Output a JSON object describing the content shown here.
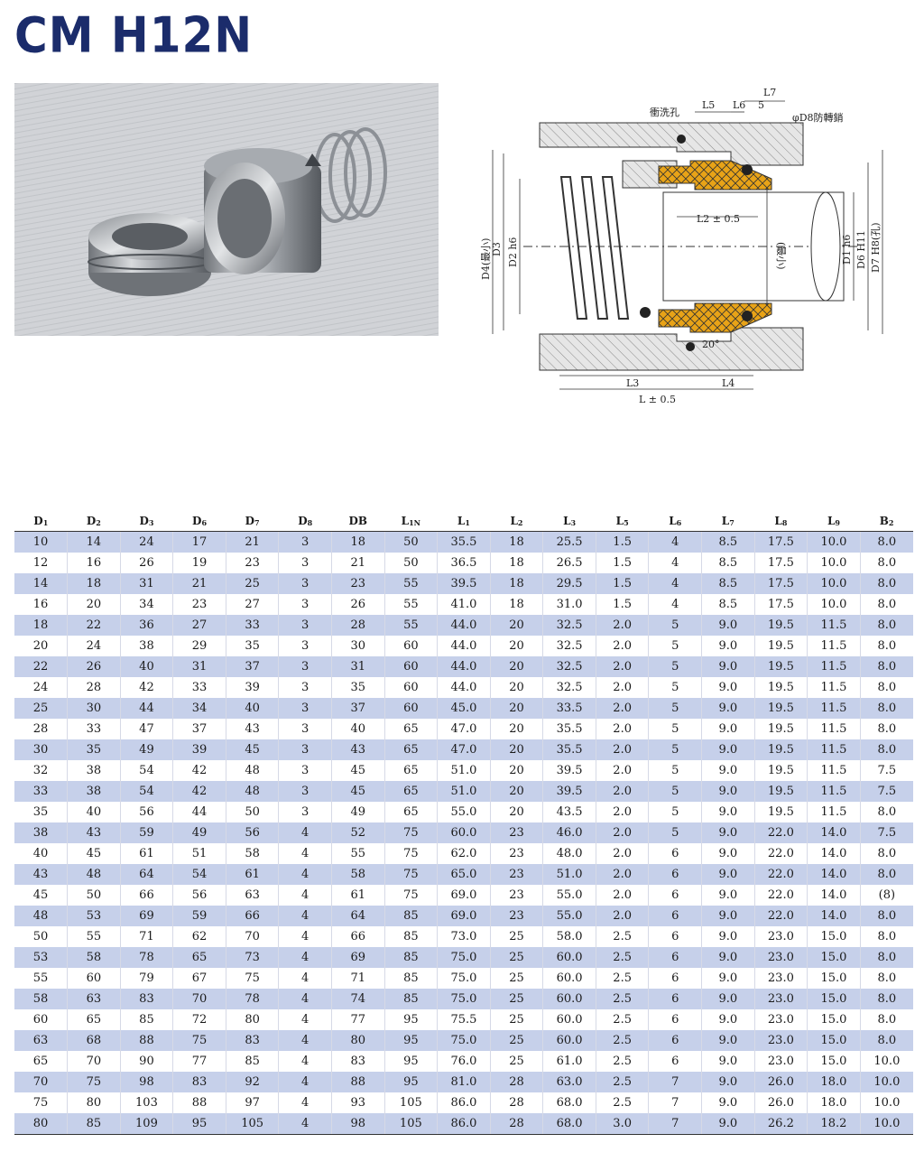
{
  "title": "CM H12N",
  "diagram_labels": {
    "flush_hole": "衝洗孔",
    "anti_rotation_pin": "φD8防轉銷",
    "l5": "L5",
    "l6": "L6",
    "l7": "L7",
    "five": "5",
    "l2": "L2 ± 0.5",
    "d4": "D4(最小)",
    "d3": "D3",
    "d2": "D2 h6",
    "min": "(最小)",
    "d1": "D1 h6",
    "d6": "D6 H11",
    "d7": "D7 H8(孔)",
    "l3": "L3",
    "l4": "L4",
    "l": "L ± 0.5",
    "angle": "20°"
  },
  "table": {
    "headers": [
      {
        "base": "D",
        "sub": "1"
      },
      {
        "base": "D",
        "sub": "2"
      },
      {
        "base": "D",
        "sub": "3"
      },
      {
        "base": "D",
        "sub": "6"
      },
      {
        "base": "D",
        "sub": "7"
      },
      {
        "base": "D",
        "sub": "8"
      },
      {
        "base": "DB",
        "sub": ""
      },
      {
        "base": "L",
        "sub": "1N"
      },
      {
        "base": "L",
        "sub": "1"
      },
      {
        "base": "L",
        "sub": "2"
      },
      {
        "base": "L",
        "sub": "3"
      },
      {
        "base": "L",
        "sub": "5"
      },
      {
        "base": "L",
        "sub": "6"
      },
      {
        "base": "L",
        "sub": "7"
      },
      {
        "base": "L",
        "sub": "8"
      },
      {
        "base": "L",
        "sub": "9"
      },
      {
        "base": "B",
        "sub": "2"
      }
    ],
    "rows": [
      [
        "10",
        "14",
        "24",
        "17",
        "21",
        "3",
        "18",
        "50",
        "35.5",
        "18",
        "25.5",
        "1.5",
        "4",
        "8.5",
        "17.5",
        "10.0",
        "8.0"
      ],
      [
        "12",
        "16",
        "26",
        "19",
        "23",
        "3",
        "21",
        "50",
        "36.5",
        "18",
        "26.5",
        "1.5",
        "4",
        "8.5",
        "17.5",
        "10.0",
        "8.0"
      ],
      [
        "14",
        "18",
        "31",
        "21",
        "25",
        "3",
        "23",
        "55",
        "39.5",
        "18",
        "29.5",
        "1.5",
        "4",
        "8.5",
        "17.5",
        "10.0",
        "8.0"
      ],
      [
        "16",
        "20",
        "34",
        "23",
        "27",
        "3",
        "26",
        "55",
        "41.0",
        "18",
        "31.0",
        "1.5",
        "4",
        "8.5",
        "17.5",
        "10.0",
        "8.0"
      ],
      [
        "18",
        "22",
        "36",
        "27",
        "33",
        "3",
        "28",
        "55",
        "44.0",
        "20",
        "32.5",
        "2.0",
        "5",
        "9.0",
        "19.5",
        "11.5",
        "8.0"
      ],
      [
        "20",
        "24",
        "38",
        "29",
        "35",
        "3",
        "30",
        "60",
        "44.0",
        "20",
        "32.5",
        "2.0",
        "5",
        "9.0",
        "19.5",
        "11.5",
        "8.0"
      ],
      [
        "22",
        "26",
        "40",
        "31",
        "37",
        "3",
        "31",
        "60",
        "44.0",
        "20",
        "32.5",
        "2.0",
        "5",
        "9.0",
        "19.5",
        "11.5",
        "8.0"
      ],
      [
        "24",
        "28",
        "42",
        "33",
        "39",
        "3",
        "35",
        "60",
        "44.0",
        "20",
        "32.5",
        "2.0",
        "5",
        "9.0",
        "19.5",
        "11.5",
        "8.0"
      ],
      [
        "25",
        "30",
        "44",
        "34",
        "40",
        "3",
        "37",
        "60",
        "45.0",
        "20",
        "33.5",
        "2.0",
        "5",
        "9.0",
        "19.5",
        "11.5",
        "8.0"
      ],
      [
        "28",
        "33",
        "47",
        "37",
        "43",
        "3",
        "40",
        "65",
        "47.0",
        "20",
        "35.5",
        "2.0",
        "5",
        "9.0",
        "19.5",
        "11.5",
        "8.0"
      ],
      [
        "30",
        "35",
        "49",
        "39",
        "45",
        "3",
        "43",
        "65",
        "47.0",
        "20",
        "35.5",
        "2.0",
        "5",
        "9.0",
        "19.5",
        "11.5",
        "8.0"
      ],
      [
        "32",
        "38",
        "54",
        "42",
        "48",
        "3",
        "45",
        "65",
        "51.0",
        "20",
        "39.5",
        "2.0",
        "5",
        "9.0",
        "19.5",
        "11.5",
        "7.5"
      ],
      [
        "33",
        "38",
        "54",
        "42",
        "48",
        "3",
        "45",
        "65",
        "51.0",
        "20",
        "39.5",
        "2.0",
        "5",
        "9.0",
        "19.5",
        "11.5",
        "7.5"
      ],
      [
        "35",
        "40",
        "56",
        "44",
        "50",
        "3",
        "49",
        "65",
        "55.0",
        "20",
        "43.5",
        "2.0",
        "5",
        "9.0",
        "19.5",
        "11.5",
        "8.0"
      ],
      [
        "38",
        "43",
        "59",
        "49",
        "56",
        "4",
        "52",
        "75",
        "60.0",
        "23",
        "46.0",
        "2.0",
        "5",
        "9.0",
        "22.0",
        "14.0",
        "7.5"
      ],
      [
        "40",
        "45",
        "61",
        "51",
        "58",
        "4",
        "55",
        "75",
        "62.0",
        "23",
        "48.0",
        "2.0",
        "6",
        "9.0",
        "22.0",
        "14.0",
        "8.0"
      ],
      [
        "43",
        "48",
        "64",
        "54",
        "61",
        "4",
        "58",
        "75",
        "65.0",
        "23",
        "51.0",
        "2.0",
        "6",
        "9.0",
        "22.0",
        "14.0",
        "8.0"
      ],
      [
        "45",
        "50",
        "66",
        "56",
        "63",
        "4",
        "61",
        "75",
        "69.0",
        "23",
        "55.0",
        "2.0",
        "6",
        "9.0",
        "22.0",
        "14.0",
        "(8)"
      ],
      [
        "48",
        "53",
        "69",
        "59",
        "66",
        "4",
        "64",
        "85",
        "69.0",
        "23",
        "55.0",
        "2.0",
        "6",
        "9.0",
        "22.0",
        "14.0",
        "8.0"
      ],
      [
        "50",
        "55",
        "71",
        "62",
        "70",
        "4",
        "66",
        "85",
        "73.0",
        "25",
        "58.0",
        "2.5",
        "6",
        "9.0",
        "23.0",
        "15.0",
        "8.0"
      ],
      [
        "53",
        "58",
        "78",
        "65",
        "73",
        "4",
        "69",
        "85",
        "75.0",
        "25",
        "60.0",
        "2.5",
        "6",
        "9.0",
        "23.0",
        "15.0",
        "8.0"
      ],
      [
        "55",
        "60",
        "79",
        "67",
        "75",
        "4",
        "71",
        "85",
        "75.0",
        "25",
        "60.0",
        "2.5",
        "6",
        "9.0",
        "23.0",
        "15.0",
        "8.0"
      ],
      [
        "58",
        "63",
        "83",
        "70",
        "78",
        "4",
        "74",
        "85",
        "75.0",
        "25",
        "60.0",
        "2.5",
        "6",
        "9.0",
        "23.0",
        "15.0",
        "8.0"
      ],
      [
        "60",
        "65",
        "85",
        "72",
        "80",
        "4",
        "77",
        "95",
        "75.5",
        "25",
        "60.0",
        "2.5",
        "6",
        "9.0",
        "23.0",
        "15.0",
        "8.0"
      ],
      [
        "63",
        "68",
        "88",
        "75",
        "83",
        "4",
        "80",
        "95",
        "75.0",
        "25",
        "60.0",
        "2.5",
        "6",
        "9.0",
        "23.0",
        "15.0",
        "8.0"
      ],
      [
        "65",
        "70",
        "90",
        "77",
        "85",
        "4",
        "83",
        "95",
        "76.0",
        "25",
        "61.0",
        "2.5",
        "6",
        "9.0",
        "23.0",
        "15.0",
        "10.0"
      ],
      [
        "70",
        "75",
        "98",
        "83",
        "92",
        "4",
        "88",
        "95",
        "81.0",
        "28",
        "63.0",
        "2.5",
        "7",
        "9.0",
        "26.0",
        "18.0",
        "10.0"
      ],
      [
        "75",
        "80",
        "103",
        "88",
        "97",
        "4",
        "93",
        "105",
        "86.0",
        "28",
        "68.0",
        "2.5",
        "7",
        "9.0",
        "26.0",
        "18.0",
        "10.0"
      ],
      [
        "80",
        "85",
        "109",
        "95",
        "105",
        "4",
        "98",
        "105",
        "86.0",
        "28",
        "68.0",
        "3.0",
        "7",
        "9.0",
        "26.2",
        "18.2",
        "10.0"
      ]
    ]
  }
}
